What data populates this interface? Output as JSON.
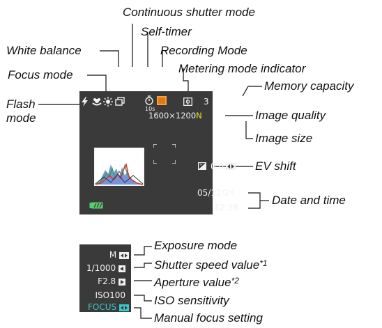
{
  "labels": {
    "continuous_shutter_mode": "Continuous shutter mode",
    "self_timer": "Self-timer",
    "white_balance": "White balance",
    "recording_mode": "Recording Mode",
    "focus_mode": "Focus mode",
    "metering_mode_indicator": "Metering mode indicator",
    "flash_mode_line1": "Flash",
    "flash_mode_line2": "mode",
    "memory_capacity": "Memory capacity",
    "image_quality": "Image quality",
    "image_size": "Image size",
    "ev_shift": "EV shift",
    "date_and_time": "Date and time",
    "exposure_mode": "Exposure mode",
    "shutter_speed_value": "Shutter speed value",
    "shutter_speed_note": "*1",
    "aperture_value": "Aperture value",
    "aperture_note": "*2",
    "iso_sensitivity": "ISO sensitivity",
    "manual_focus_setting": "Manual focus setting"
  },
  "screen": {
    "self_timer_value": "10s",
    "memory_count": "3",
    "image_size_value": "1600×1200",
    "quality_value": "N",
    "ev_value": "0.0",
    "date": "05/12/24",
    "time": "12:38"
  },
  "panel": {
    "exposure_mode_value": "M",
    "shutter_speed": "1/1000",
    "aperture": "F2.8",
    "iso": "ISO100",
    "focus": "FOCUS"
  },
  "colors": {
    "screen_bg": "#3a3a3a",
    "recording_mode": "#e07a10",
    "quality_n": "#f0e030",
    "battery": "#55d06a",
    "focus_text": "#38c8c8"
  },
  "icons": {
    "flash": "flash-icon",
    "focus": "macro-flower-icon",
    "white_balance": "sun-icon",
    "continuous": "continuous-shutter-icon",
    "self_timer": "self-timer-icon",
    "recording": "recording-mode-icon",
    "metering": "metering-icon",
    "ev": "ev-shift-icon",
    "battery": "battery-icon"
  }
}
